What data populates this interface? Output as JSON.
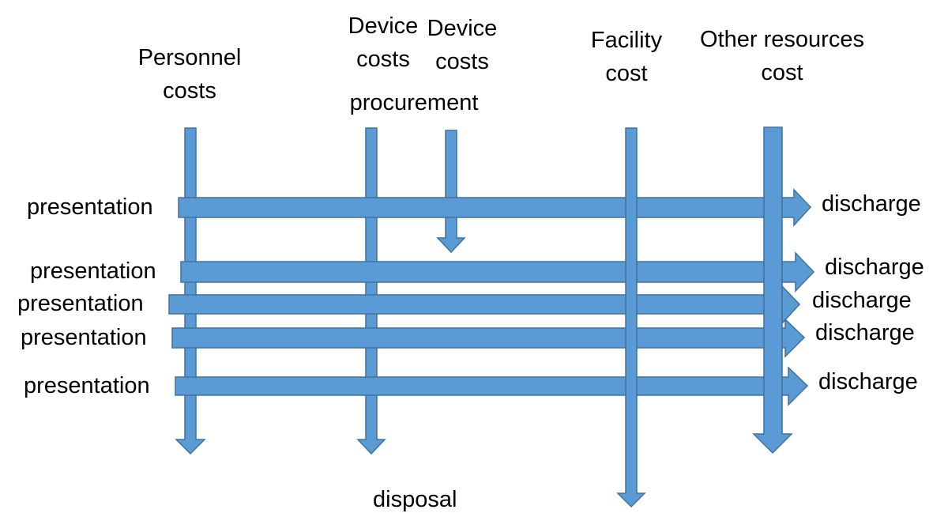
{
  "colors": {
    "arrow_fill": "#5b9bd5",
    "arrow_stroke": "#41719c",
    "background": "#ffffff",
    "text": "#000000"
  },
  "columns": {
    "personnel": {
      "line1": "Personnel",
      "line2": "costs"
    },
    "device_1": {
      "line1": "Device",
      "line2": "costs"
    },
    "device_2": {
      "line1": "Device",
      "line2": "costs"
    },
    "procurement": "procurement",
    "facility": {
      "line1": "Facility",
      "line2": "cost"
    },
    "other": {
      "line1": "Other resources",
      "line2": "cost"
    }
  },
  "rows": [
    {
      "start": "presentation",
      "end": "discharge"
    },
    {
      "start": "presentation",
      "end": "discharge"
    },
    {
      "start": "presentation",
      "end": "discharge"
    },
    {
      "start": "presentation",
      "end": "discharge"
    },
    {
      "start": "presentation",
      "end": "discharge"
    }
  ],
  "bottom": {
    "disposal": "disposal"
  }
}
